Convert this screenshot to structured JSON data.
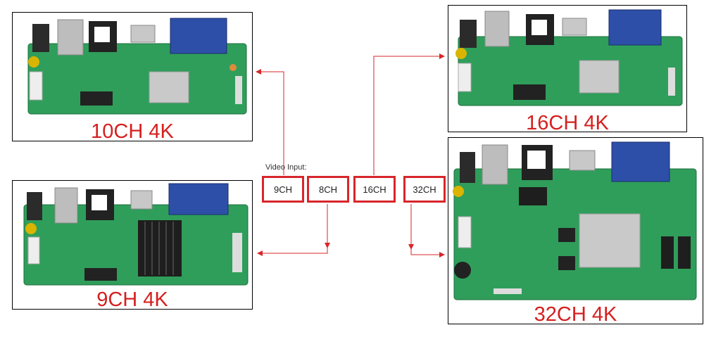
{
  "video_input_label": "Video Input:",
  "buttons": [
    {
      "label": "9CH"
    },
    {
      "label": "8CH"
    },
    {
      "label": "16CH"
    },
    {
      "label": "32CH"
    }
  ],
  "boards": {
    "top_left": {
      "caption": "10CH 4K"
    },
    "bottom_left": {
      "caption": "9CH 4K"
    },
    "top_right": {
      "caption": "16CH 4K"
    },
    "bottom_right": {
      "caption": "32CH 4K"
    }
  },
  "colors": {
    "accent": "#d8262b",
    "caption": "#d61f1f",
    "pcb": "#2f9e5a"
  }
}
